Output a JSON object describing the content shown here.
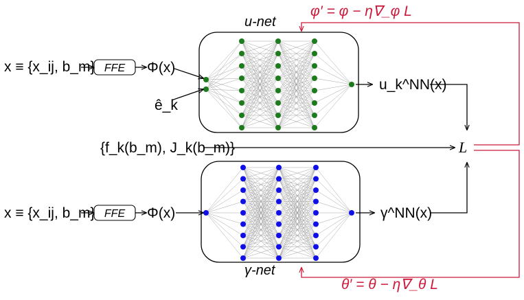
{
  "colors": {
    "u_nodes": "#1d7a1d",
    "gamma_nodes": "#1010e6",
    "update_text": "#cc1a3a"
  },
  "u_branch": {
    "net_label": "u-net",
    "input_label": "x ≡ {x_ij, b_m}",
    "ffe_label": "FFE",
    "phi_label": "Φ(x)",
    "e_label": "ê_k",
    "output_label": "u_k^NN(x)",
    "update_rule": "φ′ = φ − η∇_φ L"
  },
  "gamma_branch": {
    "net_label": "γ-net",
    "input_label": "x ≡ {x_ij, b_m}",
    "ffe_label": "FFE",
    "phi_label": "Φ(x)",
    "output_label": "γ^NN(x)",
    "update_rule": "θ′ = θ − η∇_θ L"
  },
  "middle": {
    "targets_label": "{f_k(b_m), J_k(b_m)}",
    "loss_label": "L"
  },
  "networks": {
    "u_layers": [
      2,
      8,
      8,
      8,
      1
    ],
    "gamma_layers": [
      1,
      9,
      9,
      9,
      1
    ]
  }
}
